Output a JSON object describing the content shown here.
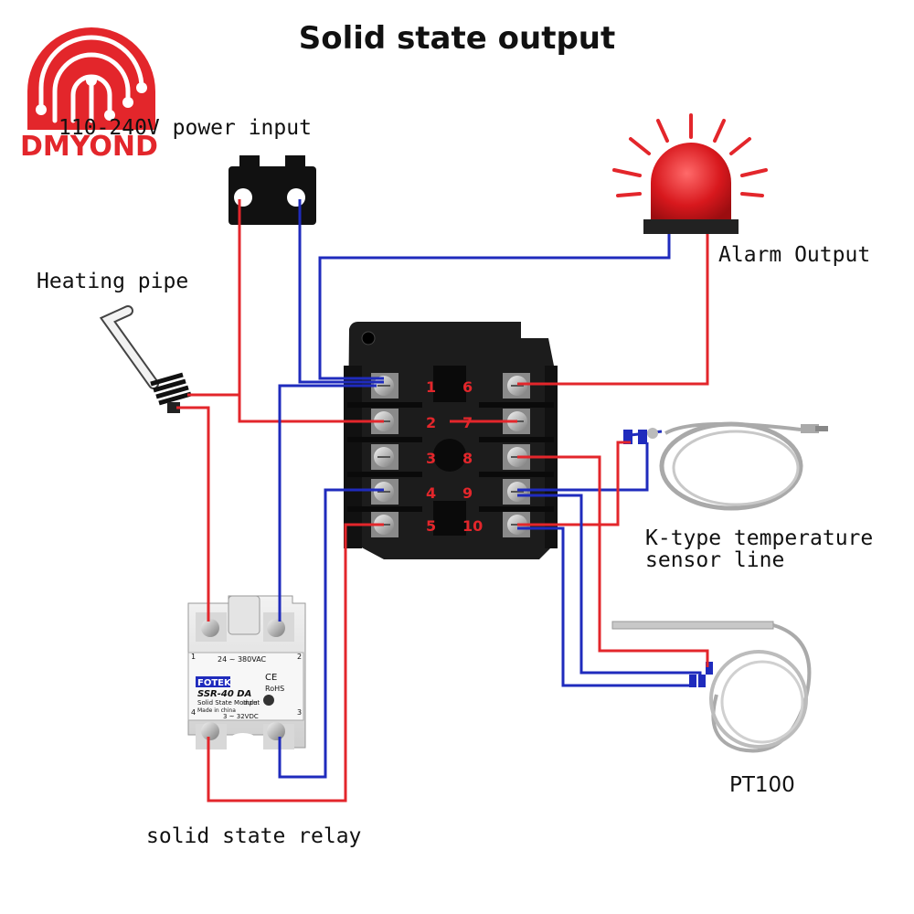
{
  "title": "Solid state output",
  "brand": {
    "name": "DMYOND",
    "color": "#e3262b"
  },
  "labels": {
    "power_input": "110-240V power input",
    "heating_pipe": "Heating pipe",
    "alarm_output": "Alarm Output",
    "k_type_line1": "K-type temperature",
    "k_type_line2": "sensor line",
    "pt100": "PT100",
    "ssr": "solid state relay"
  },
  "controller": {
    "left_terminals": [
      "1",
      "2",
      "3",
      "4",
      "5"
    ],
    "right_terminals": [
      "6",
      "7",
      "8",
      "9",
      "10"
    ]
  },
  "relay": {
    "brand": "FOTEK",
    "model": "SSR-40 DA",
    "module": "Solid State Module",
    "made": "Made in china",
    "ac_range": "24 ~ 380VAC",
    "dc_range": "3 ~ 32VDC",
    "input_label": "Input",
    "ce": "CE",
    "rohs": "RoHS",
    "pins": [
      "1",
      "2",
      "4",
      "3"
    ]
  },
  "colors": {
    "wire_red": "#e3262b",
    "wire_blue": "#1f2bbd",
    "terminal_label": "#e3262b"
  }
}
